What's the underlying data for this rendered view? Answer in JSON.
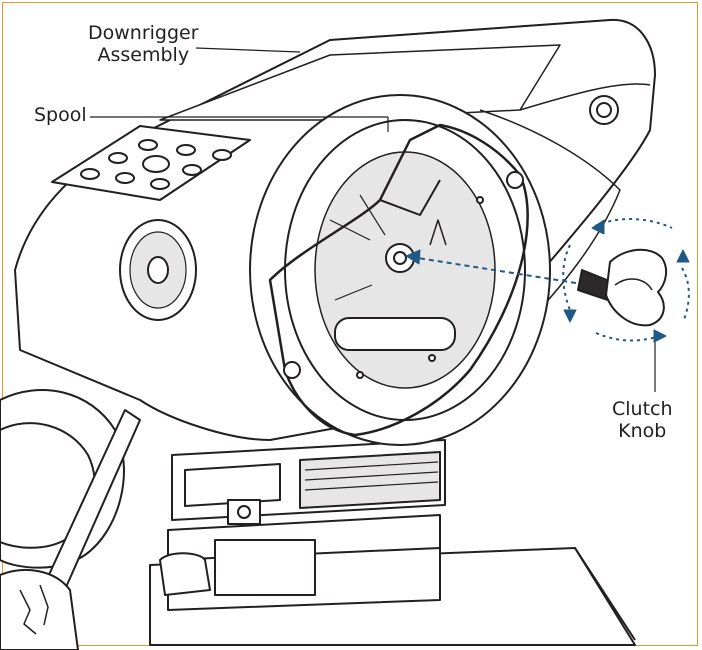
{
  "labels": {
    "downrigger_assembly": [
      "Downrigger",
      "Assembly"
    ],
    "spool": "Spool",
    "clutch_knob": [
      "Clutch",
      "Knob"
    ]
  },
  "colors": {
    "frame_border": "#e39a2a",
    "arrow": "#1f5a86",
    "line": "#231f20",
    "fill": "#ffffff",
    "shade": "#e6e6e6",
    "dark": "#2a2a2a"
  },
  "icons": {
    "motion_arrows": "rotate-arrows-icon",
    "insert_arrow": "dashed-arrow-icon"
  }
}
